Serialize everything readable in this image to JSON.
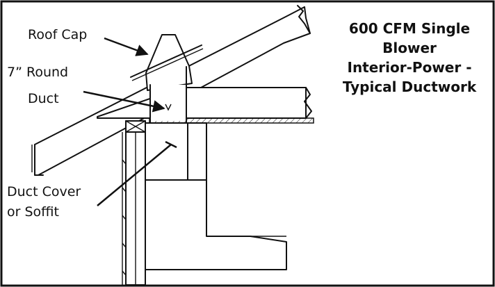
{
  "title": {
    "line1": "600 CFM Single",
    "line2": "Blower",
    "line3": "Interior-Power -",
    "line4": "Typical Ductwork"
  },
  "labels": {
    "roof_cap": "Roof Cap",
    "round_duct_line1": "7” Round",
    "round_duct_line2": "Duct",
    "duct_cover_line1": "Duct Cover",
    "duct_cover_line2": "or Soffit"
  }
}
